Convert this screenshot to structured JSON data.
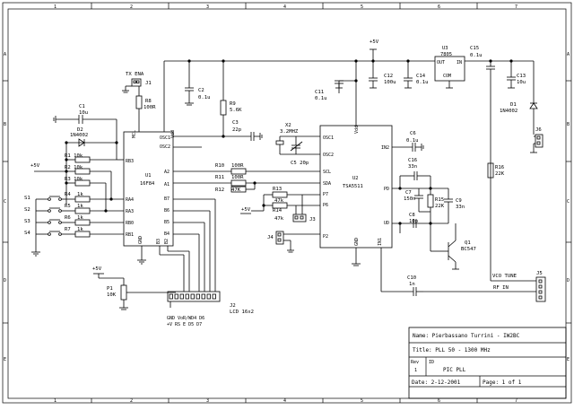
{
  "frame": {
    "cols": [
      "1",
      "2",
      "3",
      "4",
      "5",
      "6",
      "7"
    ],
    "rows": [
      "A",
      "B",
      "C",
      "D",
      "E"
    ]
  },
  "title_block": {
    "name": "Name: Pierbassano Turrini - IW2BC",
    "title": "Title: PLL 50 - 1300 MHz",
    "rev_label": "Rev",
    "rev_value": "1",
    "id_label": "ID",
    "id_value": "PIC PLL",
    "date": "Date: 2-12-2001",
    "page": "Page: 1 of 1"
  },
  "ics": {
    "u1": {
      "ref": "U1",
      "part": "16F84",
      "pins_left": [
        "RB3",
        "RA4",
        "RA3",
        "RB0",
        "RB1"
      ],
      "pins_top": [
        "MCL",
        "Vdd"
      ],
      "pins_right": [
        "OSC1",
        "OSC2",
        "A2",
        "A1",
        "B7",
        "B6",
        "B5",
        "B4"
      ],
      "pins_bottom": [
        "GND",
        "B3",
        "B2"
      ]
    },
    "u2": {
      "ref": "U2",
      "part": "TSA5511",
      "pins_left": [
        "OSC1",
        "OSC2",
        "SCL",
        "SDA",
        "P7",
        "P6",
        "P2"
      ],
      "pins_right": [
        "IN2",
        "PD",
        "UD"
      ],
      "pins_top": "Vdd",
      "pins_bottom": [
        "GND",
        "IN1"
      ]
    },
    "u3": {
      "ref": "U3",
      "part": "7805",
      "out": "OUT",
      "in": "IN",
      "com": "COM"
    }
  },
  "components": {
    "tx_ena": "TX ENA",
    "j1": "J1",
    "r8": "R8",
    "r8v": "100R",
    "c1": "C1",
    "c1v": "10u",
    "d2": "D2",
    "d2v": "1N4002",
    "vplus_left": "+5V",
    "r1": "R1 10k",
    "r2": "R2 10k",
    "r3": "R3 10k",
    "r4": "R4",
    "r4v": "1k",
    "r5": "R5",
    "r5v": "1k",
    "r6": "R6",
    "r6v": "1k",
    "r7": "R7",
    "r7v": "1k",
    "s1": "S1",
    "s2": "S2",
    "s3": "S3",
    "s4": "S4",
    "c2": "C2",
    "c2v": "0.1u",
    "r9": "R9",
    "r9v": "5.6K",
    "c3": "C3",
    "c3v": "22p",
    "x2": "X2",
    "x2v": "3.2MHZ",
    "c5": "C5 20p",
    "r10": "R10",
    "r10v": "100R",
    "r11": "R11",
    "r11v": "100R",
    "r12": "R12",
    "r12v": "47K",
    "r13": "R13",
    "r13v": "47k",
    "r14": "R14",
    "r14v": "47k",
    "vplus_mid": "+5V",
    "j3": "J3",
    "j4": "J4",
    "vplus_top": "+5V",
    "c11": "C11",
    "c11v": "0.1u",
    "c12": "C12",
    "c12v": "100u",
    "c14": "C14",
    "c14v": "0.1u",
    "c15": "C15",
    "c15v": "0.1u",
    "c13": "C13",
    "c13v": "10u",
    "d1": "D1",
    "d1v": "1N4002",
    "j6": "J6",
    "c6": "C6",
    "c6v": "0.1u",
    "c16": "C16",
    "c16v": "33n",
    "c7": "C7",
    "c7v": "150n",
    "r15": "R15",
    "r15v": "22K",
    "c9": "C9",
    "c9v": "33n",
    "c8": "C8",
    "c8v": "10p",
    "q1": "Q1",
    "q1v": "BC547",
    "r16": "R16",
    "r16v": "22K",
    "vco_tune": "VCO TUNE",
    "rf_in": "RF IN",
    "j5": "J5",
    "c10": "C10",
    "c10v": "1n",
    "vplus_lcd": "+5V",
    "p1": "P1",
    "p1v": "10K",
    "j2": "J2",
    "j2v": "LCD 16x2",
    "lcd_pins_top": "GND VoR/WD4 D6",
    "lcd_pins_bot": "+V RS  E  D5 D7"
  }
}
